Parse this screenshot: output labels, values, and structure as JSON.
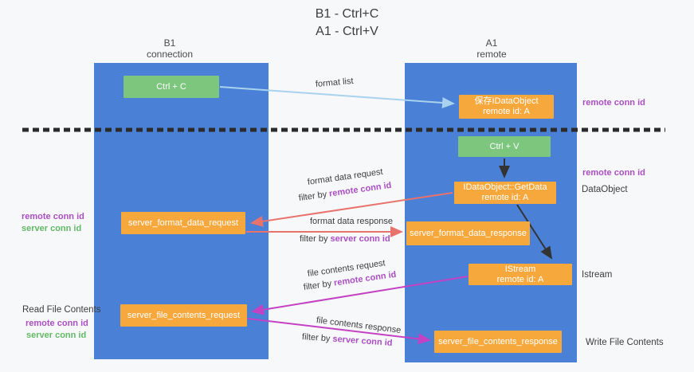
{
  "title": {
    "line1": "B1 - Ctrl+C",
    "line2": "A1 - Ctrl+V"
  },
  "lanes": {
    "left": {
      "name": "B1",
      "subtitle": "connection"
    },
    "right": {
      "name": "A1",
      "subtitle": "remote"
    }
  },
  "nodes": {
    "ctrl_c": {
      "label": "Ctrl + C"
    },
    "ctrl_v": {
      "label": "Ctrl + V"
    },
    "save_idataobject": {
      "line1": "保存IDataObject",
      "line2": "remote id: A"
    },
    "idataobject_getdata": {
      "line1": "IDataObject::GetData",
      "line2": "remote id: A"
    },
    "istream": {
      "line1": "IStream",
      "line2": "remote id: A"
    },
    "server_format_data_request": {
      "label": "server_format_data_request"
    },
    "server_format_data_response": {
      "label": "server_format_data_response"
    },
    "server_file_contents_request": {
      "label": "server_file_contents_request"
    },
    "server_file_contents_response": {
      "label": "server_file_contents_response"
    }
  },
  "edge_labels": {
    "format_list": "format list",
    "format_data_request": "format data request",
    "format_data_response": "format data response",
    "file_contents_request": "file contents request",
    "file_contents_response": "file contents response",
    "filter_by": "filter by ",
    "remote_conn_id": "remote conn id",
    "server_conn_id": "server conn id"
  },
  "side_labels": {
    "left_remote_conn_id_1": "remote conn id",
    "left_server_conn_id_1": "server conn id",
    "read_file_contents": "Read File Contents",
    "left_remote_conn_id_2": "remote conn id",
    "left_server_conn_id_2": "server conn id",
    "right_remote_conn_id_1": "remote conn id",
    "right_remote_conn_id_2": "remote conn id",
    "dataobject": "DataObject",
    "istream": "Istream",
    "write_file_contents": "Write File Contents"
  },
  "colors": {
    "lane_blue": "#4b80d7",
    "node_green": "#7cc67e",
    "node_orange": "#f7a83d",
    "arrow_light_blue": "#a9d2ee",
    "arrow_salmon": "#e8736d",
    "arrow_magenta": "#c341c3",
    "arrow_black": "#333333",
    "divider_black": "#2b2b2b",
    "label_purple": "#ab4ec4",
    "label_green": "#62b965",
    "text_dark": "#3d3d3d"
  }
}
